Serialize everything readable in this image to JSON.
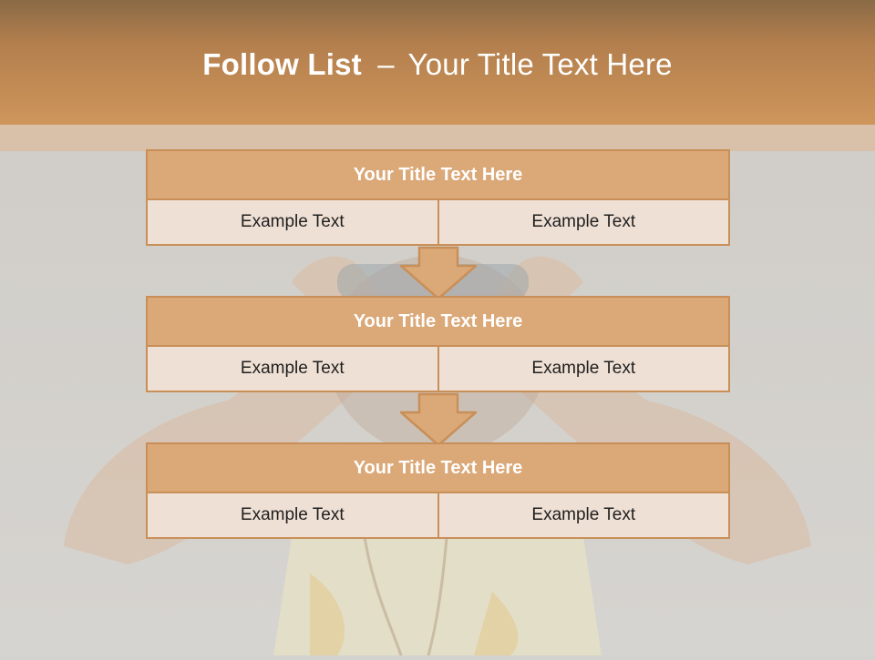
{
  "header": {
    "title_bold": "Follow List",
    "title_dash": "–",
    "title_rest": "Your Title Text Here"
  },
  "steps": [
    {
      "title": "Your Title Text Here",
      "left": "Example Text",
      "right": "Example Text"
    },
    {
      "title": "Your Title Text Here",
      "left": "Example Text",
      "right": "Example Text"
    },
    {
      "title": "Your Title Text Here",
      "left": "Example Text",
      "right": "Example Text"
    }
  ],
  "colors": {
    "header": "#cf965c",
    "block_title": "#dba878",
    "block_border": "#c98f58",
    "block_body": "#efe0d5"
  }
}
